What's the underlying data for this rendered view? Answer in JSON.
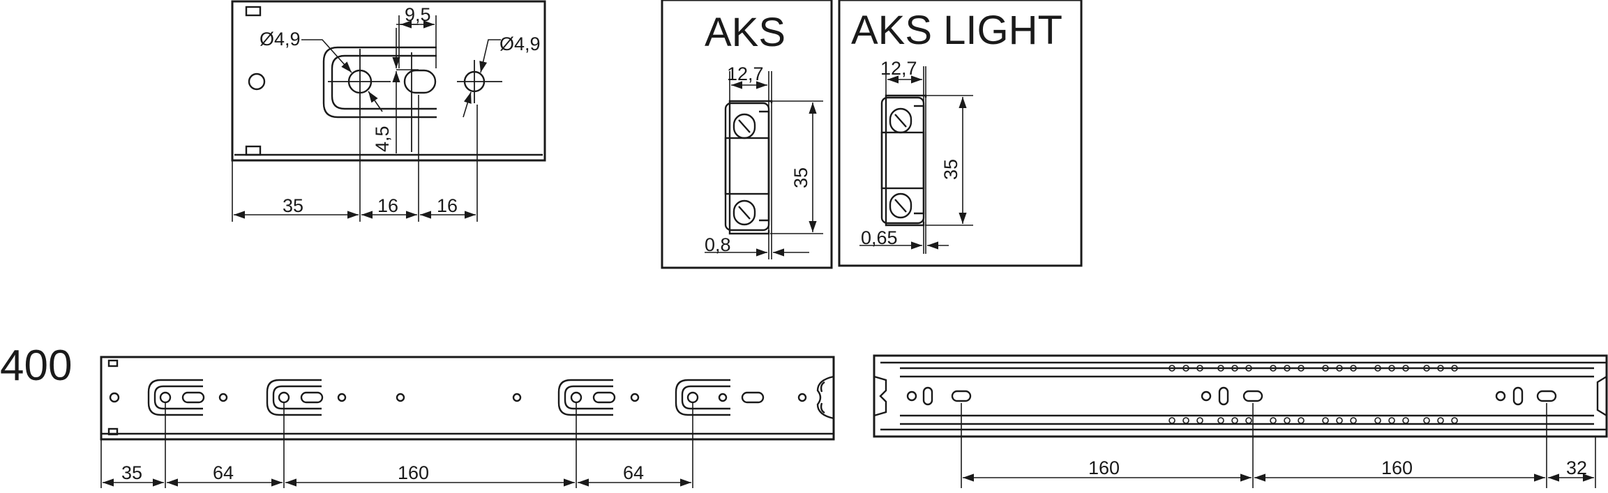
{
  "detail": {
    "hole_left": "Ø4,9",
    "hole_right": "Ø4,9",
    "slot_width": "9,5",
    "offset": "4,5",
    "spacing": [
      "35",
      "16",
      "16"
    ]
  },
  "aks": {
    "title": "AKS",
    "width": "12,7",
    "height": "35",
    "thickness": "0,8"
  },
  "aks_light": {
    "title": "AKS LIGHT",
    "width": "12,7",
    "height": "35",
    "thickness": "0,65"
  },
  "length_label": "400",
  "left_rail_spacing": [
    "35",
    "64",
    "160",
    "64"
  ],
  "right_rail_spacing": [
    "160",
    "160",
    "32"
  ],
  "colors": {
    "line": "#1a1a1a",
    "background": "#ffffff"
  }
}
